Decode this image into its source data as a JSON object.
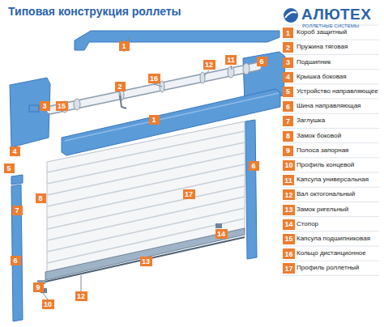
{
  "diagram": {
    "title": "Типовая конструкция роллеты",
    "nodes": [
      {
        "text": [
          "1"
        ]
      },
      {
        "text": [
          "2"
        ]
      },
      {
        "text": [
          "3"
        ]
      },
      {
        "text": [
          "4"
        ]
      },
      {
        "text": [
          "5"
        ]
      },
      {
        "text": [
          "6"
        ]
      },
      {
        "text": [
          "7"
        ]
      },
      {
        "text": [
          "8"
        ]
      },
      {
        "text": [
          "9"
        ]
      },
      {
        "text": [
          "10"
        ]
      },
      {
        "text": [
          "11"
        ]
      },
      {
        "text": [
          "12"
        ]
      },
      {
        "text": [
          "13"
        ]
      },
      {
        "text": [
          "14"
        ]
      },
      {
        "text": [
          "15"
        ]
      },
      {
        "text": [
          "16"
        ]
      },
      {
        "text": [
          "17"
        ]
      },
      {
        "text": [
          "1"
        ]
      },
      {
        "text": [
          "2"
        ]
      },
      {
        "text": [
          "16"
        ]
      },
      {
        "text": [
          "12"
        ]
      },
      {
        "text": [
          "11"
        ]
      },
      {
        "text": [
          "6"
        ]
      },
      {
        "text": [
          "3"
        ]
      },
      {
        "text": [
          "15"
        ]
      },
      {
        "text": [
          "1"
        ]
      },
      {
        "text": [
          "4"
        ]
      },
      {
        "text": [
          "5"
        ]
      },
      {
        "text": [
          "6"
        ]
      },
      {
        "text": [
          "17"
        ]
      },
      {
        "text": [
          "8"
        ]
      },
      {
        "text": [
          "7"
        ]
      },
      {
        "text": [
          "14"
        ]
      },
      {
        "text": [
          "6"
        ]
      },
      {
        "text": [
          "13"
        ]
      },
      {
        "text": [
          "9"
        ]
      },
      {
        "text": [
          "12"
        ]
      },
      {
        "text": [
          "10"
        ]
      }
    ],
    "labels": [
      "АЛЮТЕХ",
      "РОЛЛЕТНЫЕ СИСТЕМЫ",
      "Короб защитный",
      "Пружина тяговая",
      "Подшипник",
      "Крышка боковая",
      "Устройство направляющее",
      "Шина направляющая",
      "Заглушка",
      "Замок боковой",
      "Полоса запорная",
      "Профиль концевой",
      "Капсула универсальная",
      "Вал октогональный",
      "Замок ригельный",
      "Стопор",
      "Капсула подшипниковая",
      "Кольцо дистанционное",
      "Профиль роллетный"
    ]
  }
}
